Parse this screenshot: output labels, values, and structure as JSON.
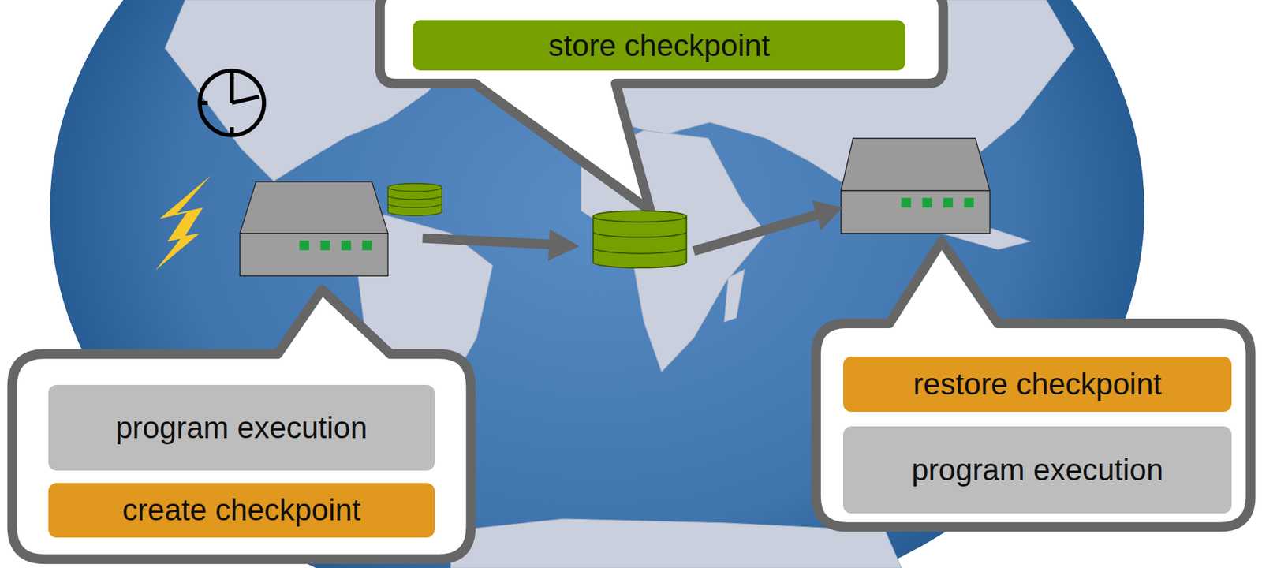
{
  "diagram": {
    "nodes": [
      {
        "text": [
          "store checkpoint"
        ]
      },
      {
        "text": [
          "program execution"
        ]
      },
      {
        "text": [
          "create checkpoint"
        ]
      },
      {
        "text": [
          "restore checkpoint"
        ]
      },
      {
        "text": [
          "program execution"
        ]
      }
    ]
  }
}
